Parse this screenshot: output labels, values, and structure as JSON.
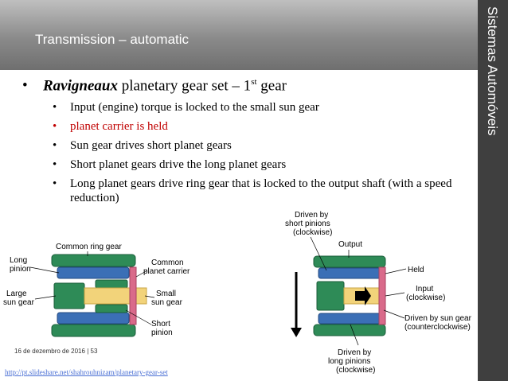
{
  "header": {
    "title": "Transmission – automatic"
  },
  "side": {
    "label": "Sistemas Automóveis"
  },
  "main_bullet": {
    "bullet": "•",
    "name": "Ravigneaux",
    "text": " planetary gear set – 1",
    "sup": "st",
    "tail": " gear"
  },
  "sub_bullets": [
    "Input (engine) torque is locked to the small sun gear",
    "planet carrier is held",
    "Sun gear drives short planet gears",
    "Short planet gears drive the long planet gears",
    "Long planet gears drive ring gear that is locked to the output shaft (with a speed reduction)"
  ],
  "diagram_left": {
    "common_ring_gear": "Common ring gear",
    "long": "Long",
    "pinion": "pinion",
    "large": "Large",
    "sun_gear": "sun gear",
    "common": "Common",
    "planet_carrier": "planet carrier",
    "small": "Small",
    "small_sun_gear": "sun gear",
    "short": "Short",
    "short_pinion": "pinion"
  },
  "diagram_right": {
    "driven_by": "Driven by",
    "short_pinions": "short pinions",
    "clockwise_1": "(clockwise)",
    "output": "Output",
    "held": "Held",
    "input": "Input",
    "clockwise_2": "(clockwise)",
    "driven_by_sun": "Driven by sun gear",
    "counterclockwise": "(counterclockwise)",
    "driven_by_2": "Driven by",
    "long_pinions": "long pinions",
    "clockwise_3": "(clockwise)"
  },
  "footer": {
    "date": "16 de dezembro de 2016",
    "sep": "|",
    "page": "53",
    "url": "http://pt.slideshare.net/shahrouhnizam/planetary-gear-set"
  },
  "colors": {
    "header_dark": "#6f6f6f",
    "sidebar": "#3f3f3f",
    "red": "#c00000",
    "link": "#4a6fd4",
    "green_gear": "#2e8b57",
    "blue_gear": "#3b6fb6",
    "yellow_shaft": "#f2d37a"
  }
}
